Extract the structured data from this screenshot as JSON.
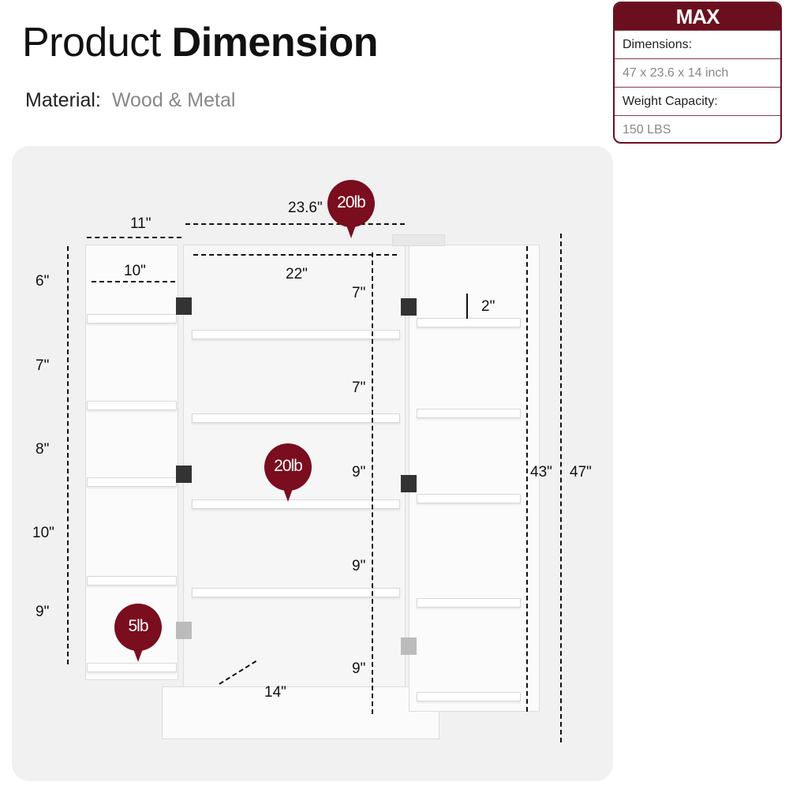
{
  "title": {
    "regular": "Product",
    "bold": "Dimension"
  },
  "material": {
    "label": "Material:",
    "value": "Wood & Metal"
  },
  "max_table": {
    "header": "MAX",
    "dimensions_label": "Dimensions:",
    "dimensions_value": "47 x 23.6 x 14 inch",
    "weight_label": "Weight Capacity:",
    "weight_value": "150 LBS"
  },
  "colors": {
    "accent": "#7a0d1e",
    "panel": "#f1f1f1"
  },
  "dimensions": {
    "overall_width": "23.6\"",
    "inner_width": "22\"",
    "door_depth": "11\"",
    "door_shelf_width": "10\"",
    "depth": "14\"",
    "inner_height": "43\"",
    "overall_height": "47\"",
    "door_shelf_rail": "2\"",
    "left_door_gaps": [
      "6\"",
      "7\"",
      "8\"",
      "10\"",
      "9\""
    ],
    "center_gaps": [
      "7\"",
      "7\"",
      "9\"",
      "9\"",
      "9\""
    ]
  },
  "weights": {
    "top": "20lb",
    "shelf": "20lb",
    "door_shelf": "5lb"
  }
}
